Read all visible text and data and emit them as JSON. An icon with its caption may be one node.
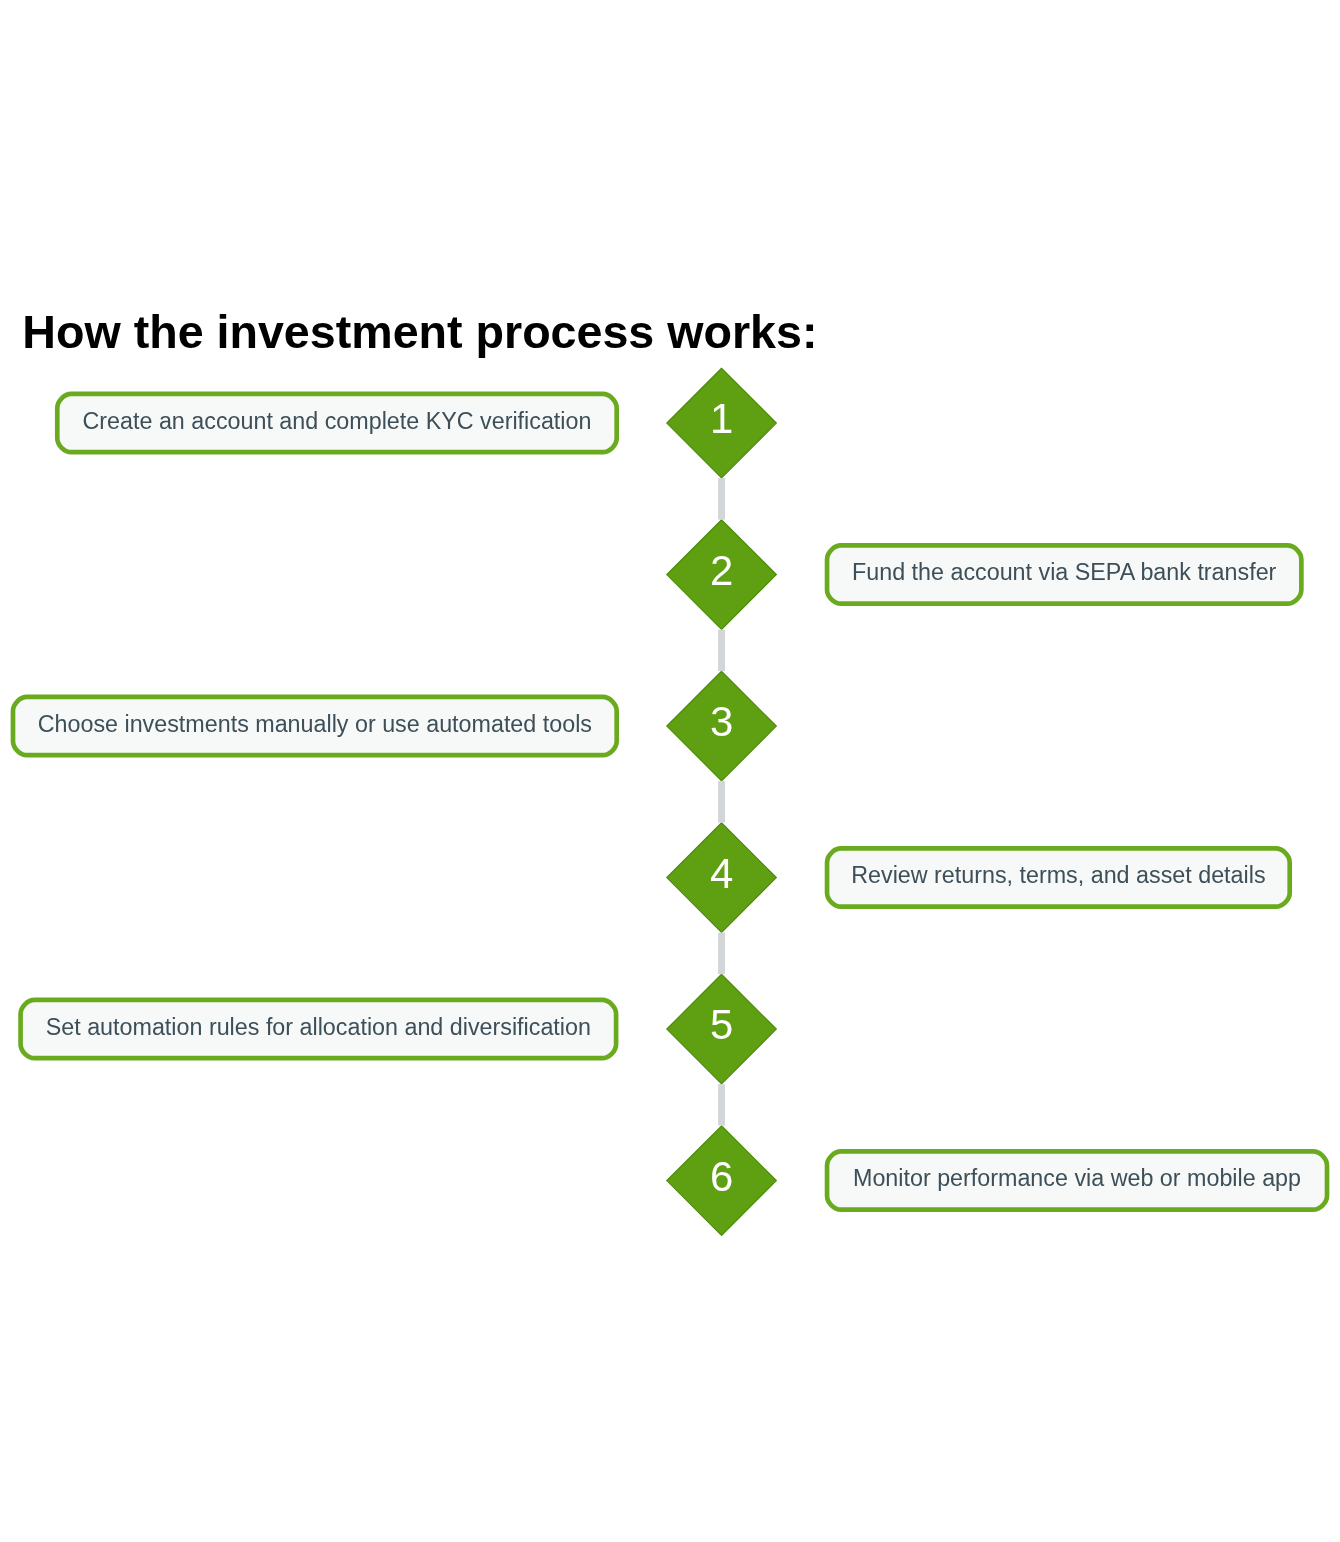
{
  "diagram": {
    "title": "How the investment process works:",
    "nodes": [
      {
        "text": [
          "Create an account and complete KYC verification"
        ]
      },
      {
        "text": [
          "1"
        ]
      },
      {
        "text": [
          "2"
        ]
      },
      {
        "text": [
          "Fund the account via SEPA bank transfer"
        ]
      },
      {
        "text": [
          "Choose investments manually or use automated tools"
        ]
      },
      {
        "text": [
          "3"
        ]
      },
      {
        "text": [
          "4"
        ]
      },
      {
        "text": [
          "Review returns, terms, and asset details"
        ]
      },
      {
        "text": [
          "Set automation rules for allocation and diversification"
        ]
      },
      {
        "text": [
          "5"
        ]
      },
      {
        "text": [
          "6"
        ]
      },
      {
        "text": [
          "Monitor performance via web or mobile app"
        ]
      }
    ],
    "edges": [
      {
        "from": 1,
        "to": 2,
        "arrow": "none",
        "color": "#d3d6d8"
      },
      {
        "from": 2,
        "to": 5,
        "arrow": "none",
        "color": "#d3d6d8"
      },
      {
        "from": 5,
        "to": 6,
        "arrow": "none",
        "color": "#d3d6d8"
      },
      {
        "from": 6,
        "to": 9,
        "arrow": "none",
        "color": "#d3d6d8"
      },
      {
        "from": 9,
        "to": 10,
        "arrow": "none",
        "color": "#d3d6d8"
      }
    ]
  }
}
